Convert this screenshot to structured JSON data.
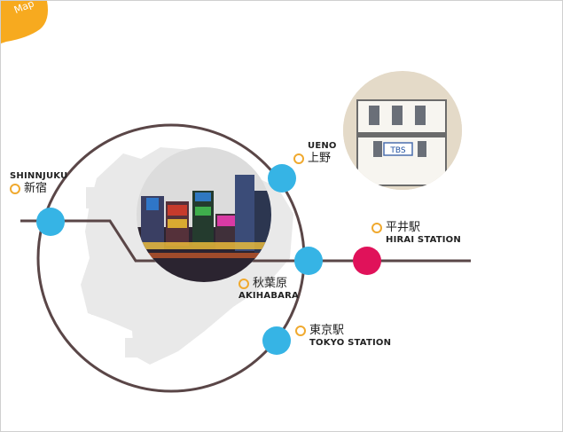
{
  "tab": {
    "label": "Map"
  },
  "colors": {
    "tab_bg": "#f7aa1f",
    "route": "#5a4647",
    "station_blue": "#36b4e5",
    "station_pink": "#e0125a",
    "marker_ring": "#f0a92e"
  },
  "stations": {
    "shinjuku": {
      "name_en": "SHINNJUKU",
      "name_jp": "新宿"
    },
    "ueno": {
      "name_en": "UENO",
      "name_jp": "上野"
    },
    "akihabara": {
      "name_en": "AKIHABARA",
      "name_jp": "秋葉原"
    },
    "tokyo": {
      "name_en": "TOKYO STATION",
      "name_jp": "東京駅"
    },
    "hirai": {
      "name_en": "HIRAI STATION",
      "name_jp": "平井駅"
    }
  },
  "photos": {
    "city": {
      "icon": "city-street-photo"
    },
    "building": {
      "icon": "building-photo"
    }
  },
  "building_sign": "TBS"
}
